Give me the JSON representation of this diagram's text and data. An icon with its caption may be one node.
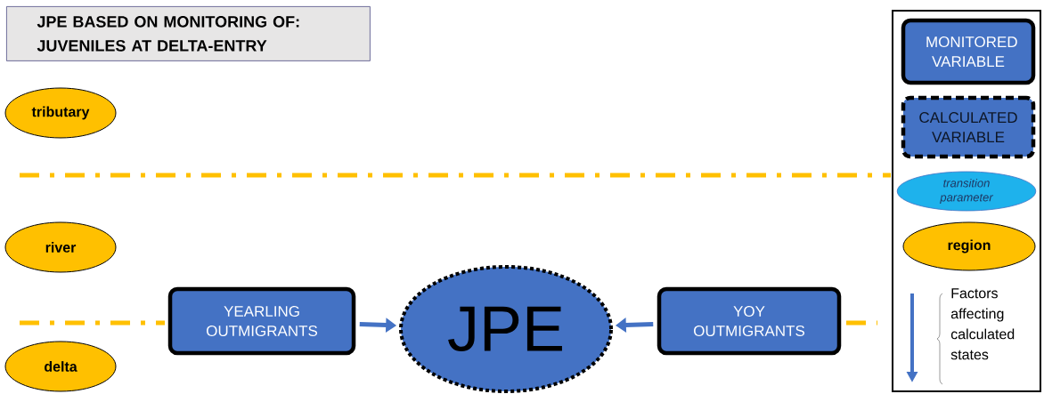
{
  "diagram": {
    "title": "JPE BASED ON MONITORING OF: JUVENILES AT DELTA-ENTRY",
    "nodes": [
      {
        "text": [
          "tributary"
        ]
      },
      {
        "text": [
          "river"
        ]
      },
      {
        "text": [
          "delta"
        ]
      },
      {
        "text": [
          "YEARLING OUTMIGRANTS"
        ]
      },
      {
        "text": [
          "JPE"
        ]
      },
      {
        "text": [
          "YOY OUTMIGRANTS"
        ]
      },
      {
        "text": [],
        "shape": "box"
      },
      {
        "text": [
          "MONITORED VARIABLE"
        ],
        "in": 6
      },
      {
        "text": [
          "CALCULATED VARIABLE"
        ],
        "in": 6
      },
      {
        "text": [
          "transition parameter"
        ],
        "in": 6
      },
      {
        "text": [
          "region"
        ],
        "in": 6
      }
    ],
    "edges": [
      {
        "from": 3,
        "to": 4,
        "arrow": "to"
      },
      {
        "from": 5,
        "to": 4,
        "arrow": "to"
      }
    ],
    "legend": [
      {
        "text": "Factors affecting calculated states"
      }
    ]
  }
}
